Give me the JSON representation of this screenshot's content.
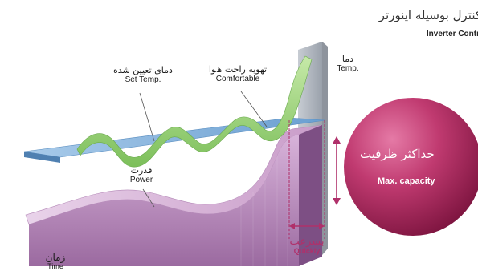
{
  "title": {
    "fa": "ﻛﻨﺘﺮل ﺑﻮﺳﯿﻠﻪ اﯾﻨﻮرﺗﺮ",
    "en": "Inverter Contr"
  },
  "labels": {
    "set_temp": {
      "fa": "دﻣﺎی ﺗﻌﯿﯿﻦ ﺷﺪه",
      "en": "Set Temp."
    },
    "comfortable": {
      "fa": "ﺗﻬﻮﯾﻪ راﺣﺖ ھﻮا",
      "en": "Comfortable"
    },
    "temp": {
      "fa": "دﻣﺎ",
      "en": "Temp."
    },
    "power": {
      "fa": "ﻗﺪرت",
      "en": "Power"
    },
    "time": {
      "fa": "زﻣﺎن",
      "en": "Time"
    },
    "quickly": {
      "fa": "ﺑﺴﺮﻋﺖ",
      "en": "Quickly"
    },
    "max_capacity": {
      "fa": "ﺣﺪاﻛﺜﺮ ﻇﺮﻓﯿﺖ",
      "en": "Max. capacity"
    }
  },
  "colors": {
    "set_band": "#7fb0dc",
    "wave": "#9fd27f",
    "power": "#c79bc9",
    "wall": "#b7bcc5",
    "bubble": "#b0285a",
    "quickly_accent": "#b0306a",
    "arrow": "#b0306a"
  }
}
